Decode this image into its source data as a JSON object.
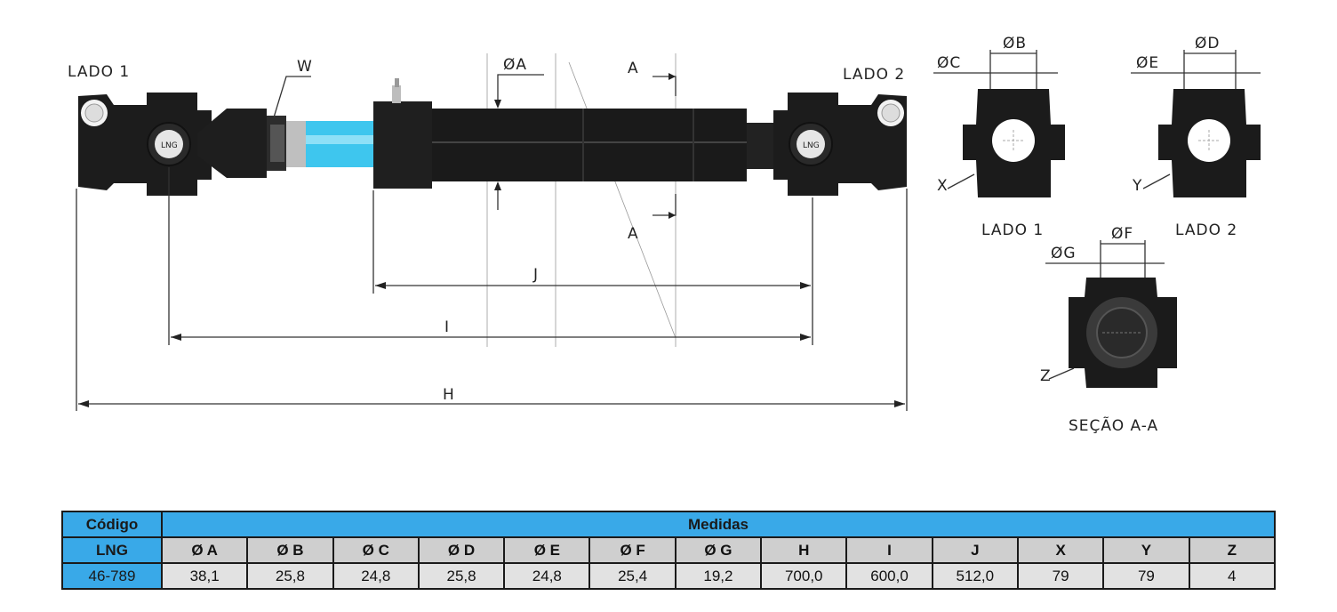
{
  "labels": {
    "side1": "LADO 1",
    "side2": "LADO 2",
    "w": "W",
    "phiA": "ØA",
    "sectionMarkTop": "A",
    "sectionMarkBottom": "A",
    "dimJ": "J",
    "dimI": "I",
    "dimH": "H",
    "phiC": "ØC",
    "phiB": "ØB",
    "phiE": "ØE",
    "phiD": "ØD",
    "x": "X",
    "y": "Y",
    "z": "Z",
    "view1Caption": "LADO 1",
    "view2Caption": "LADO 2",
    "phiG": "ØG",
    "phiF": "ØF",
    "sectionCaption": "SEÇÃO A-A",
    "hubMark1": "LNG",
    "hubMark2": "LNG"
  },
  "table": {
    "codeHeader": "Código",
    "measuresHeader": "Medidas",
    "brand": "LNG",
    "code": "46-789",
    "columns": [
      "Ø A",
      "Ø B",
      "Ø C",
      "Ø D",
      "Ø E",
      "Ø F",
      "Ø G",
      "H",
      "I",
      "J",
      "X",
      "Y",
      "Z"
    ],
    "values": [
      "38,1",
      "25,8",
      "24,8",
      "25,8",
      "24,8",
      "25,4",
      "19,2",
      "700,0",
      "600,0",
      "512,0",
      "79",
      "79",
      "4"
    ]
  },
  "colors": {
    "accent": "#39a9e8",
    "shaftBlue": "#3ec6ee",
    "body": "#1c1c1c"
  }
}
